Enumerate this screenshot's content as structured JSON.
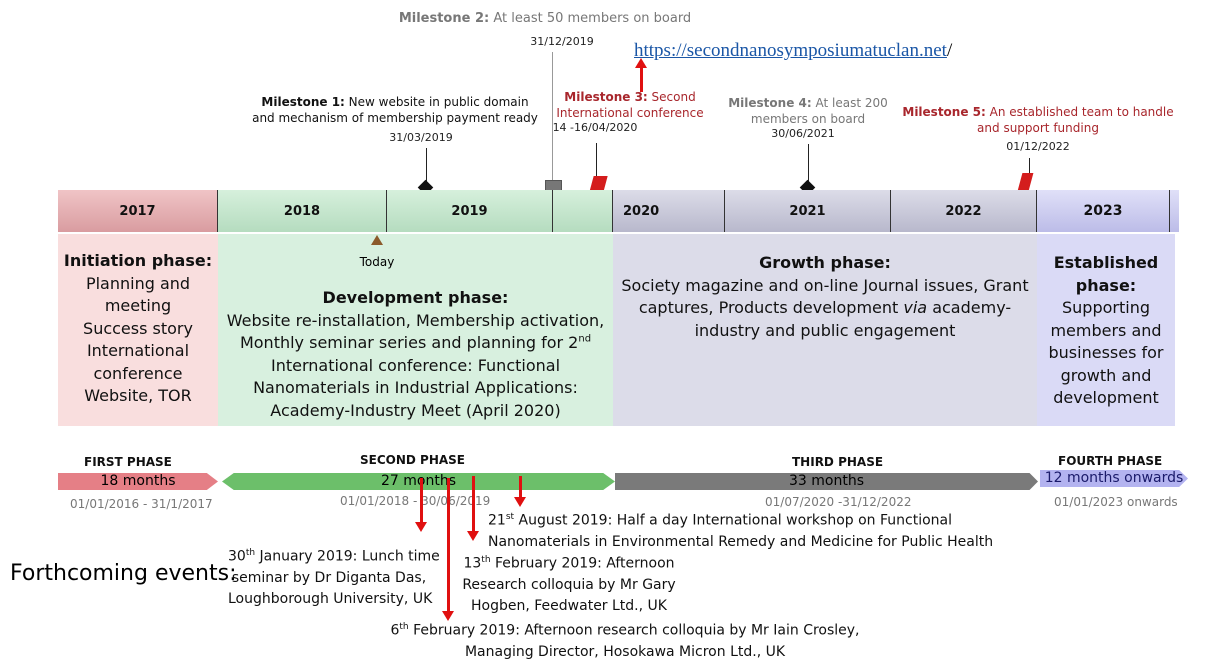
{
  "milestones": [
    {
      "label": "Milestone 1:",
      "text1": "New website in public domain",
      "text2": "and mechanism of membership payment ready",
      "date": "31/03/2019"
    },
    {
      "label": "Milestone 2:",
      "text1": "At least 50 members on board",
      "date": "31/12/2019"
    },
    {
      "label": "Milestone 3:",
      "text1": "Second",
      "text2": "International  conference",
      "date": "14 -16/04/2020"
    },
    {
      "label": "Milestone 4:",
      "text1": "At least 200",
      "text2": "members on board",
      "date": "30/06/2021"
    },
    {
      "label": "Milestone 5:",
      "text1": "An established team to handle",
      "text2": "and support funding",
      "date": "01/12/2022"
    }
  ],
  "link": {
    "url": "https://secondnanosymposiumatuclan.net",
    "slash": "/"
  },
  "years": [
    "2017",
    "2018",
    "2019",
    "2020",
    "2021",
    "2022",
    "2023"
  ],
  "today": "Today",
  "phases": [
    {
      "title": "Initiation phase:",
      "lines": [
        "Planning and",
        "meeting",
        "Success story",
        "International",
        "conference",
        "Website, TOR"
      ]
    },
    {
      "title": "Development phase:",
      "lines": [
        "Website re-installation, Membership activation,",
        "Monthly seminar series and planning for 2",
        "nd",
        "International conference: Functional",
        "Nanomaterials in Industrial Applications:",
        "Academy-Industry Meet (April 2020)"
      ]
    },
    {
      "title": "Growth phase:",
      "lines": [
        "Society magazine and on-line Journal issues, Grant",
        "captures, Products development ",
        "via",
        " academy-",
        "industry and public engagement"
      ]
    },
    {
      "title": "Established",
      "title2": "phase:",
      "lines": [
        "Supporting",
        "members and",
        "businesses for",
        "growth and",
        "development"
      ]
    }
  ],
  "phase_arrows": [
    {
      "name": "FIRST PHASE",
      "duration": "18 months",
      "dates": "01/01/2016 - 31/1/2017",
      "color": "#e57f86"
    },
    {
      "name": "SECOND PHASE",
      "duration": "27 months",
      "dates": "01/01/2018 - 30/06/2019",
      "color": "#6cbf6a"
    },
    {
      "name": "THIRD PHASE",
      "duration": "33 months",
      "dates": "01/07/2020 -31/12/2022",
      "color": "#7a7a7a"
    },
    {
      "name": "FOURTH PHASE",
      "duration": "12 months onwards",
      "dates": "01/01/2023 onwards",
      "color": "#b3b3f0"
    }
  ],
  "events": {
    "heading": "Forthcoming events:",
    "items": [
      {
        "day": "21",
        "sup": "st",
        "l1": " August 2019: Half a day International workshop on Functional",
        "l2": "Nanomaterials in Environmental Remedy and Medicine for Public Health"
      },
      {
        "day": "30",
        "sup": "th",
        "l1": " January 2019: Lunch time",
        "l2": "seminar by Dr Diganta Das,",
        "l3": "Loughborough University, UK"
      },
      {
        "day": "13",
        "sup": "th",
        "l1": " February 2019: Afternoon",
        "l2": "Research colloquia by Mr Gary",
        "l3": "Hogben, Feedwater Ltd., UK"
      },
      {
        "day": "6",
        "sup": "th",
        "l1": " February 2019: Afternoon research colloquia by Mr Iain Crosley,",
        "l2": "Managing Director, Hosokawa Micron Ltd., UK"
      }
    ]
  }
}
